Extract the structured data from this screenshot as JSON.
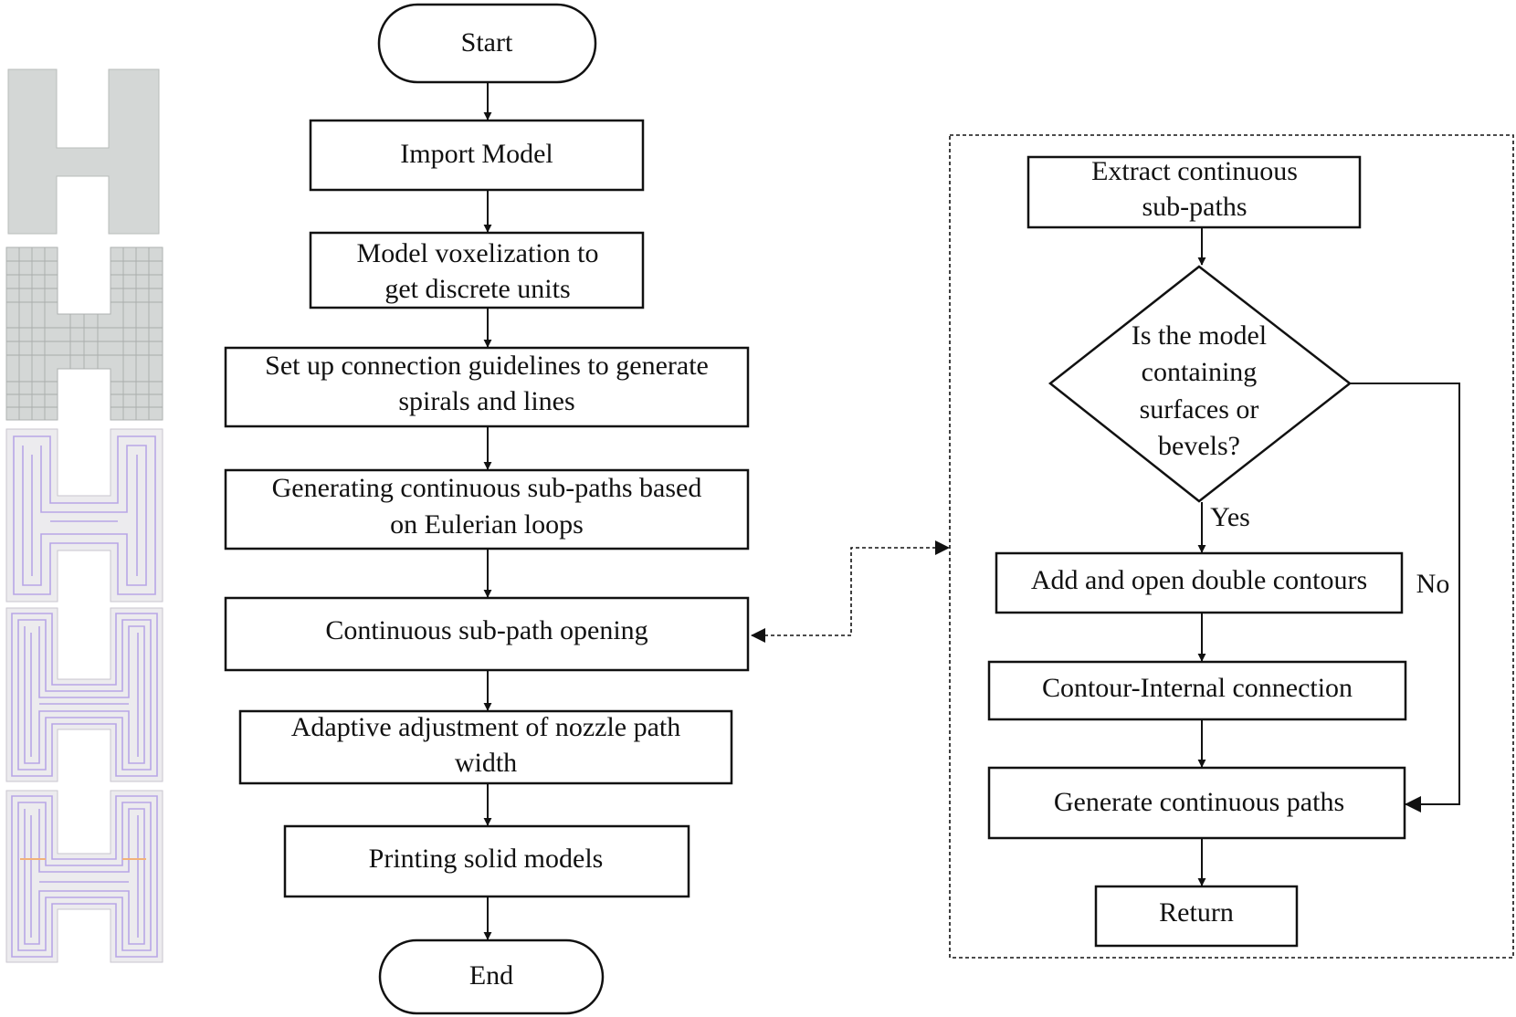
{
  "nodes": {
    "start": "Start",
    "import_model": "Import Model",
    "voxelization": [
      "Model voxelization to",
      "get discrete units"
    ],
    "guidelines": [
      "Set up connection guidelines to generate",
      "spirals and lines"
    ],
    "eulerian": [
      "Generating continuous sub-paths based",
      "on Eulerian loops"
    ],
    "opening": "Continuous sub-path opening",
    "nozzle": [
      "Adaptive adjustment of nozzle path",
      "width"
    ],
    "printing": "Printing solid models",
    "end": "End",
    "extract": [
      "Extract continuous",
      "sub-paths"
    ],
    "decision": [
      "Is the model",
      "containing",
      "surfaces or",
      "bevels?"
    ],
    "add_contours": "Add and open double contours",
    "contour_internal": "Contour-Internal connection",
    "generate_paths": "Generate continuous paths",
    "return": "Return"
  },
  "edge_labels": {
    "yes": "Yes",
    "no": "No"
  },
  "thumbnails": [
    {
      "name": "h-solid-model",
      "style": "solid"
    },
    {
      "name": "h-voxel-model",
      "style": "grid"
    },
    {
      "name": "h-subpath-model",
      "style": "paths-light"
    },
    {
      "name": "h-spiral-path-model",
      "style": "paths-dense"
    },
    {
      "name": "h-continuous-path-model",
      "style": "paths-final"
    }
  ],
  "colors": {
    "line": "#111111",
    "solid_fill": "#d4d7d6",
    "thumb_light": "#ecebee",
    "path_purple": "#b8a6e6",
    "path_orange": "#f2b27a"
  }
}
